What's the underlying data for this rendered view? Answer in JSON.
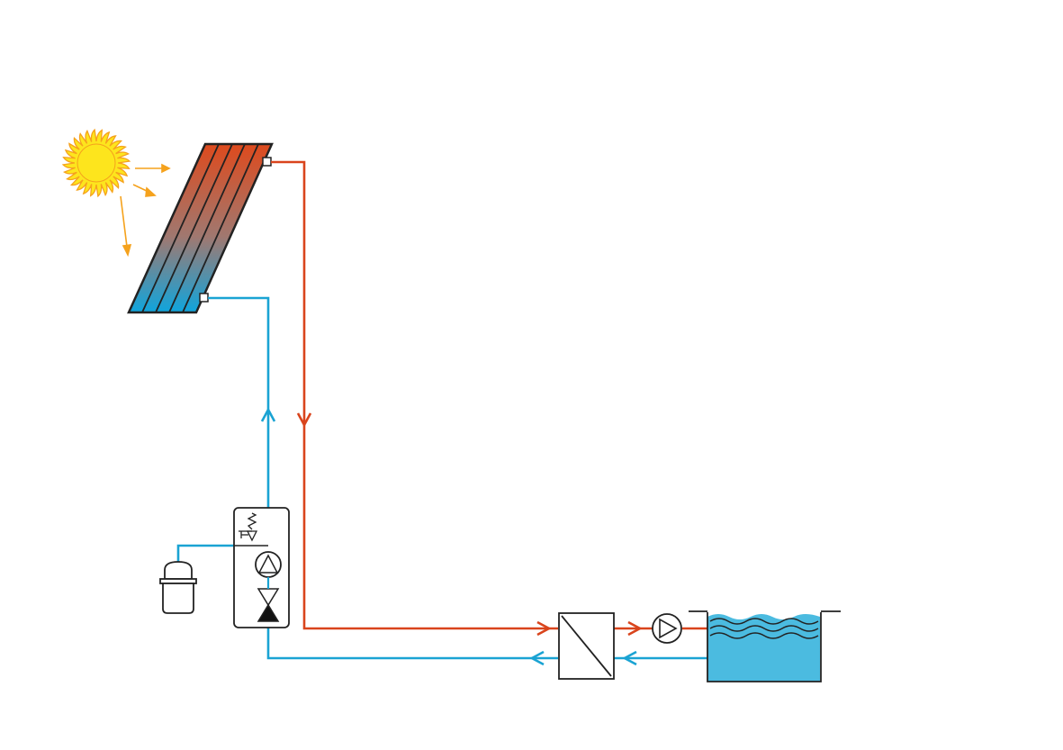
{
  "colors": {
    "hot": "#d9441c",
    "cold": "#1aa3d3",
    "pool_water": "#4bbbe0",
    "outline": "#222222",
    "sun_fill": "#fde51d",
    "sun_rays": "#f5a21d",
    "panel_top": "#de4a1d",
    "panel_bottom": "#0fa5dd"
  },
  "components": [
    {
      "id": "sun",
      "icon": "sun-icon"
    },
    {
      "id": "solar-collector",
      "icon": "solar-panel-icon"
    },
    {
      "id": "expansion-vessel",
      "icon": "expansion-vessel-icon"
    },
    {
      "id": "pump-station",
      "icon": "pump-station-icon"
    },
    {
      "id": "heat-exchanger",
      "icon": "heat-exchanger-icon"
    },
    {
      "id": "pool-pump",
      "icon": "pump-icon"
    },
    {
      "id": "pool",
      "icon": "pool-icon"
    }
  ]
}
